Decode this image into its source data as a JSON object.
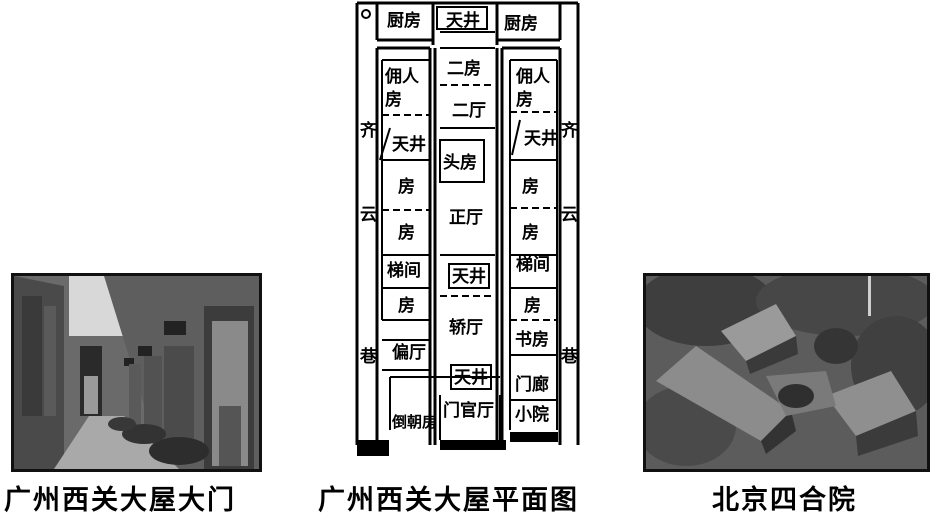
{
  "captions": {
    "left": "广州西关大屋大门",
    "middle": "广州西关大屋平面图",
    "right": "北京四合院"
  },
  "plan": {
    "kitchen_left": "厨房",
    "courtyard_top": "天井",
    "kitchen_right": "厨房",
    "second_room": "二房",
    "servant_left_1": "佣人",
    "servant_left_2": "房",
    "servant_right_1": "佣人",
    "servant_right_2": "房",
    "second_hall": "二厅",
    "courtyard_left": "天井",
    "courtyard_right": "天井",
    "head_room": "头房",
    "room_l1": "房",
    "room_r1": "房",
    "main_hall": "正厅",
    "room_l2": "房",
    "room_r2": "房",
    "stair_left": "梯间",
    "courtyard_mid": "天井",
    "stair_right": "梯间",
    "room_l3": "房",
    "room_r3": "房",
    "sedan_hall": "轿厅",
    "side_hall": "偏厅",
    "study": "书房",
    "courtyard_low": "天井",
    "gate_corridor": "门廊",
    "reverse_room": "倒朝房",
    "gate_hall": "门官厅",
    "small_yard": "小院",
    "alley_left": [
      "齐",
      "云",
      "巷"
    ],
    "alley_right": [
      "齐",
      "云",
      "巷"
    ]
  }
}
